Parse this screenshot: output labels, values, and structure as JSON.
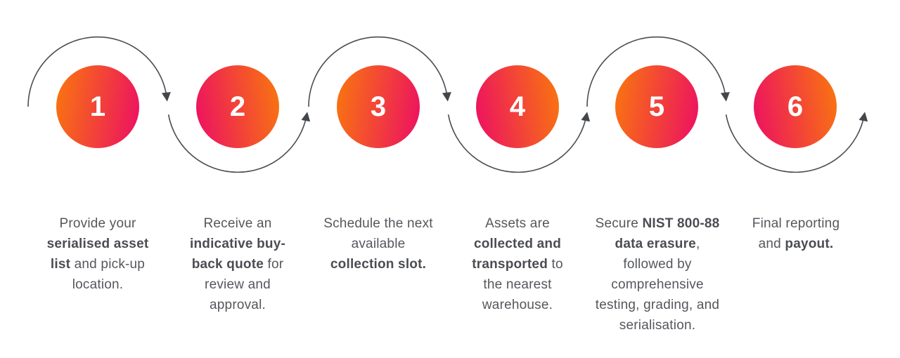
{
  "diagram": {
    "colors": {
      "gradient_orange": "#f9780d",
      "gradient_magenta": "#ec0e63",
      "arrow": "#4a4d51",
      "text": "#55575c"
    },
    "steps": [
      {
        "number": "1",
        "description": [
          {
            "t": "Provide your ",
            "b": false
          },
          {
            "t": "serialised asset list",
            "b": true
          },
          {
            "t": " and pick-up location.",
            "b": false
          }
        ]
      },
      {
        "number": "2",
        "description": [
          {
            "t": "Receive an ",
            "b": false
          },
          {
            "t": "indicative buy-back quote",
            "b": true
          },
          {
            "t": " for review and approval.",
            "b": false
          }
        ]
      },
      {
        "number": "3",
        "description": [
          {
            "t": "Schedule the next available ",
            "b": false
          },
          {
            "t": "collection slot.",
            "b": true
          }
        ]
      },
      {
        "number": "4",
        "description": [
          {
            "t": "Assets are ",
            "b": false
          },
          {
            "t": "collected and transported",
            "b": true
          },
          {
            "t": " to the nearest warehouse.",
            "b": false
          }
        ]
      },
      {
        "number": "5",
        "description": [
          {
            "t": "Secure ",
            "b": false
          },
          {
            "t": "NIST 800-88 data erasure",
            "b": true
          },
          {
            "t": ", followed by comprehensive testing, grading, and serialisation.",
            "b": false
          }
        ]
      },
      {
        "number": "6",
        "description": [
          {
            "t": "Final reporting and ",
            "b": false
          },
          {
            "t": "payout.",
            "b": true
          }
        ]
      }
    ]
  }
}
